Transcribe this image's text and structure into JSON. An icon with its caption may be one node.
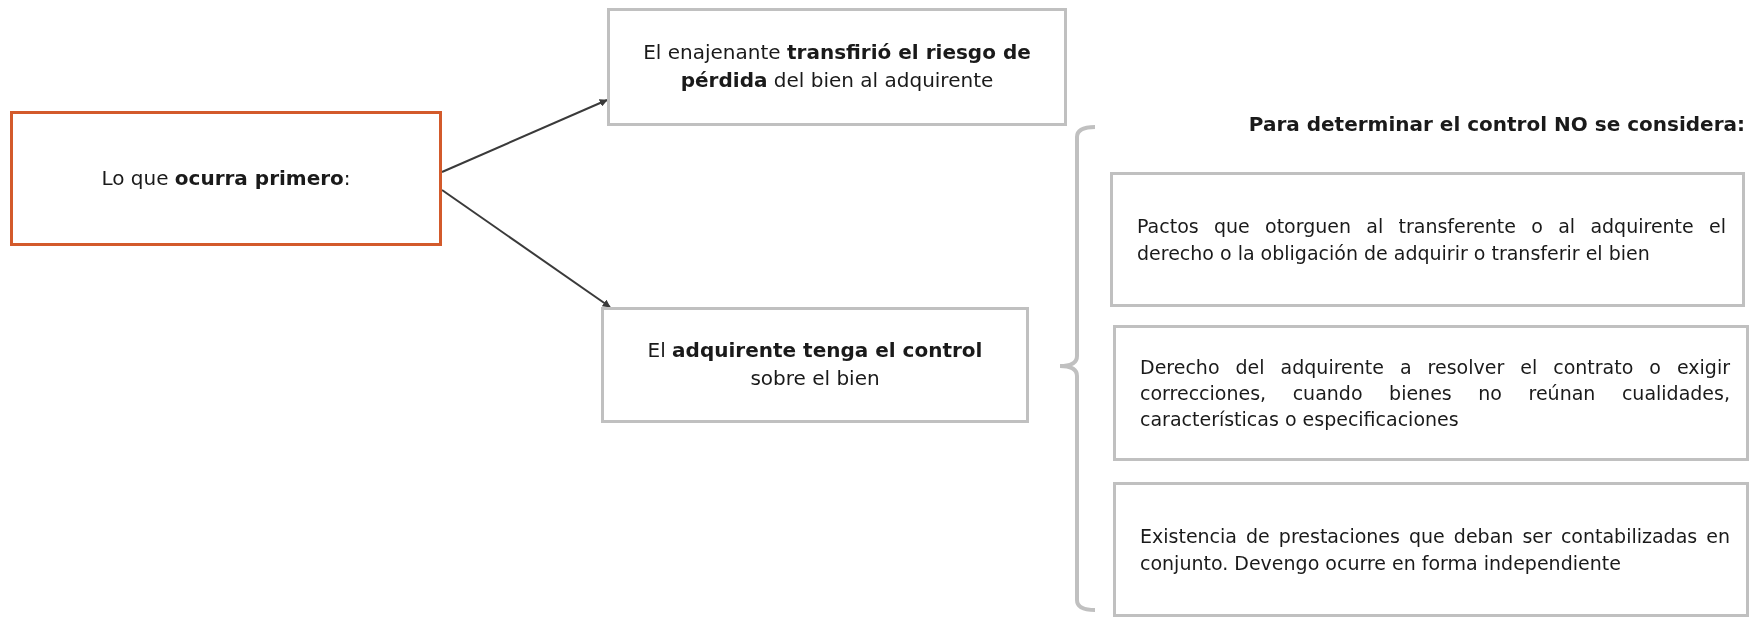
{
  "diagram": {
    "nodes": [
      {
        "text": [
          "Lo que **ocurra primero**:"
        ]
      },
      {
        "text": [
          "El enajenante **transfirió el riesgo de pérdida** del bien al adquirente"
        ]
      },
      {
        "text": [
          "El **adquirente tenga el control** sobre el bien"
        ]
      },
      {
        "text": [
          "Pactos que otorguen al transferente o al adquirente el derecho o la obligación de adquirir o transferir el bien"
        ]
      },
      {
        "text": [
          "Derecho del adquirente a resolver el contrato o exigir correcciones, cuando bienes no reúnan cualidades, características o especificaciones"
        ]
      },
      {
        "text": [
          "Existencia de prestaciones que deban ser contabilizadas en conjunto. Devengo ocurre en forma independiente"
        ]
      }
    ],
    "edges": [
      {
        "from": 0,
        "to": 1,
        "arrow": "to"
      },
      {
        "from": 0,
        "to": 2,
        "arrow": "to"
      }
    ],
    "labels": [
      "Para determinar el control NO se considera:"
    ]
  }
}
